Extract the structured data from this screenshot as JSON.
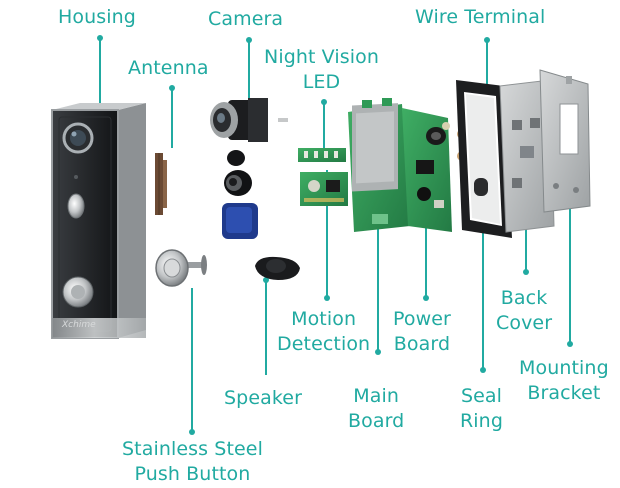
{
  "brand": "Xchime",
  "colors": {
    "label": "#21aaa1",
    "leader": "#21aaa1",
    "pcb": "#2f9a56",
    "metal": "#b9bcbd",
    "housing_face": "#1b1d20"
  },
  "labels": {
    "housing": "Housing",
    "camera": "Camera",
    "wire_terminal": "Wire Terminal",
    "antenna": "Antenna",
    "night_vision_led": "Night Vision\nLED",
    "motion_detection": "Motion\nDetection",
    "power_board": "Power\nBoard",
    "back_cover": "Back\nCover",
    "mounting_bracket": "Mounting\nBracket",
    "speaker": "Speaker",
    "main_board": "Main\nBoard",
    "seal_ring": "Seal\nRing",
    "push_button": "Stainless Steel\nPush Button"
  }
}
